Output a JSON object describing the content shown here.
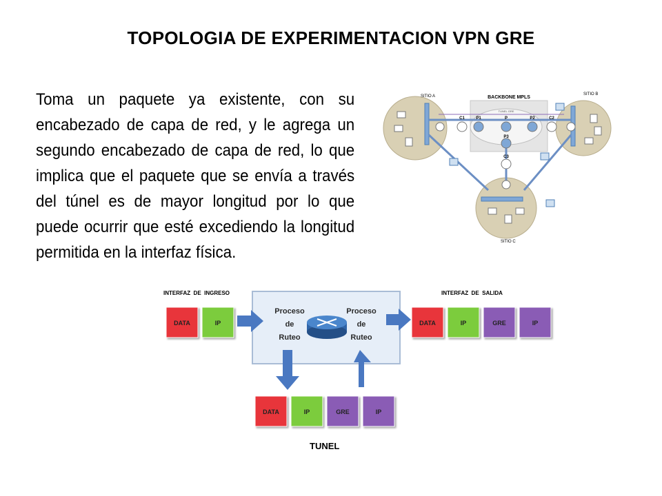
{
  "title": "TOPOLOGIA DE EXPERIMENTACION VPN GRE",
  "description": "Toma un paquete ya existente, con su encabezado de capa de red, y le agrega un segundo encabezado de capa de red, lo que implica que el paquete que se envía a través del túnel es de mayor longitud por lo que puede ocurrir que esté excediendo la longitud permitida en la interfaz física.",
  "topology": {
    "backbone_label": "BACKBONE MPLS",
    "site_a": "SITIO A",
    "site_b": "SITIO B",
    "site_c": "SITIO C",
    "routers": {
      "c1": "C1",
      "p1": "P1",
      "p": "P",
      "p2": "P2",
      "c2": "C2",
      "p3": "P3",
      "c3": "C3"
    },
    "tunnel_label": "TUNEL GRE"
  },
  "flow": {
    "ingress_label": "INTERFAZ  DE  INGRESO",
    "egress_label": "INTERFAZ  DE  SALIDA",
    "tunnel_label": "TUNEL",
    "process_left": [
      "Proceso",
      "de",
      "Ruteo"
    ],
    "process_right": [
      "Proceso",
      "de",
      "Ruteo"
    ],
    "ingress_packet": [
      "DATA",
      "IP"
    ],
    "egress_packet": [
      "DATA",
      "IP",
      "GRE",
      "IP"
    ],
    "tunnel_packet": [
      "DATA",
      "IP",
      "GRE",
      "IP"
    ]
  },
  "colors": {
    "data": "#e8343b",
    "ip": "#7ccc3c",
    "gre": "#8a5bb5",
    "ip_outer": "#8a5bb5",
    "arrow": "#4a78c1",
    "process_box": "#e6eef8",
    "site_fill": "#d9d0b4"
  }
}
